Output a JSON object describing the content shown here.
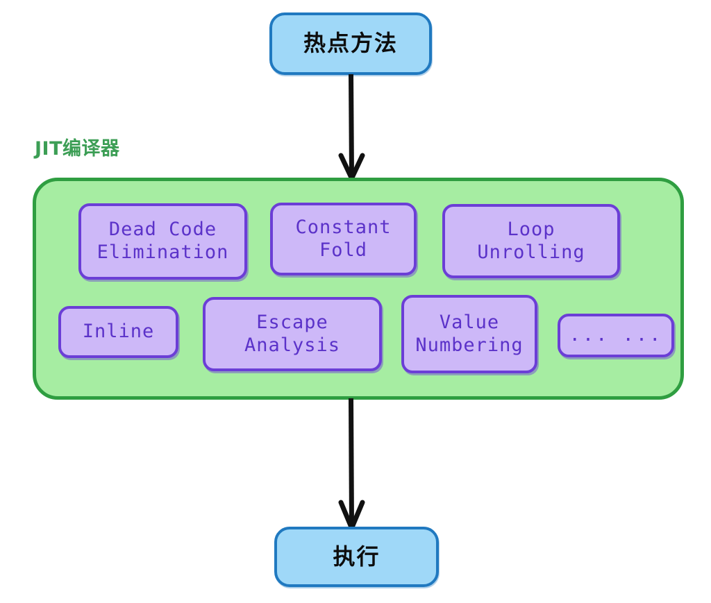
{
  "diagram": {
    "type": "flowchart",
    "title_nodes": {
      "top": {
        "label": "热点方法",
        "fill": "#9fd8f8",
        "stroke": "#2079c0"
      },
      "bottom": {
        "label": "执行",
        "fill": "#9fd8f8",
        "stroke": "#2079c0"
      }
    },
    "container": {
      "label": "JIT编译器",
      "label_color": "#3c9e55",
      "fill": "#a6eda2",
      "stroke": "#2f9e41"
    },
    "optimizations": [
      {
        "label": "Dead Code\nElimination"
      },
      {
        "label": "Constant\nFold"
      },
      {
        "label": "Loop\nUnrolling"
      },
      {
        "label": "Inline"
      },
      {
        "label": "Escape\nAnalysis"
      },
      {
        "label": "Value\nNumbering"
      },
      {
        "label": "...  ..."
      }
    ],
    "edges": [
      {
        "from": "热点方法",
        "to": "JIT编译器",
        "style": "arrow-down",
        "color": "#111111"
      },
      {
        "from": "JIT编译器",
        "to": "执行",
        "style": "arrow-down",
        "color": "#111111"
      }
    ],
    "colors": {
      "arrow": "#111111",
      "purple_fill": "#cdb8f8",
      "purple_stroke": "#6b3ed6",
      "green_fill": "#a6eda2",
      "green_stroke": "#2f9e41",
      "blue_fill": "#9fd8f8",
      "blue_stroke": "#2079c0"
    }
  }
}
